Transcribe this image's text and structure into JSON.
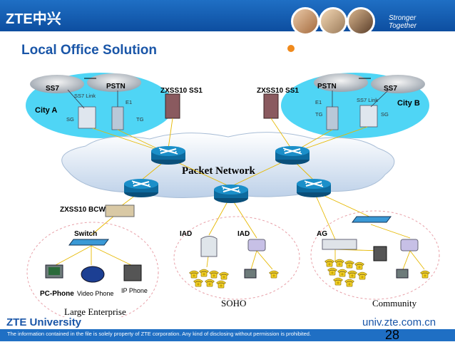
{
  "header": {
    "logo": "ZTE中兴",
    "tagline_line1": "Stronger",
    "tagline_line2": "Together",
    "brand_color": "#1f6fc4",
    "accent_color": "#f08a1c"
  },
  "title": "Local Office Solution",
  "diagram": {
    "city_a": {
      "name": "City A",
      "ss7": "SS7",
      "pstn": "PSTN",
      "ss7_link": "SS7 Link",
      "sg": "SG",
      "e1": "E1",
      "tg": "TG"
    },
    "city_b": {
      "name": "City B",
      "ss7": "SS7",
      "pstn": "PSTN",
      "ss7_link": "SS7 Link",
      "sg": "SG",
      "e1": "E1",
      "tg": "TG"
    },
    "softswitch_1": "ZXSS10 SS1",
    "softswitch_2": "ZXSS10 SS1",
    "packet_network": "Packet Network",
    "bcw": "ZXSS10 BCW",
    "switch": "Switch",
    "iad_1": "IAD",
    "iad_2": "IAD",
    "ag": "AG",
    "pc_phone": "PC-Phone",
    "video_phone": "Video Phone",
    "ip_phone": "IP Phone",
    "large_enterprise": "Large Enterprise",
    "soho": "SOHO",
    "community": "Community"
  },
  "footer": {
    "university": "ZTE University",
    "url": "univ.zte.com.cn",
    "note": "The information contained in the file is solely property of ZTE corporation. Any kind of disclosing without permission is prohibited.",
    "page": "28"
  }
}
